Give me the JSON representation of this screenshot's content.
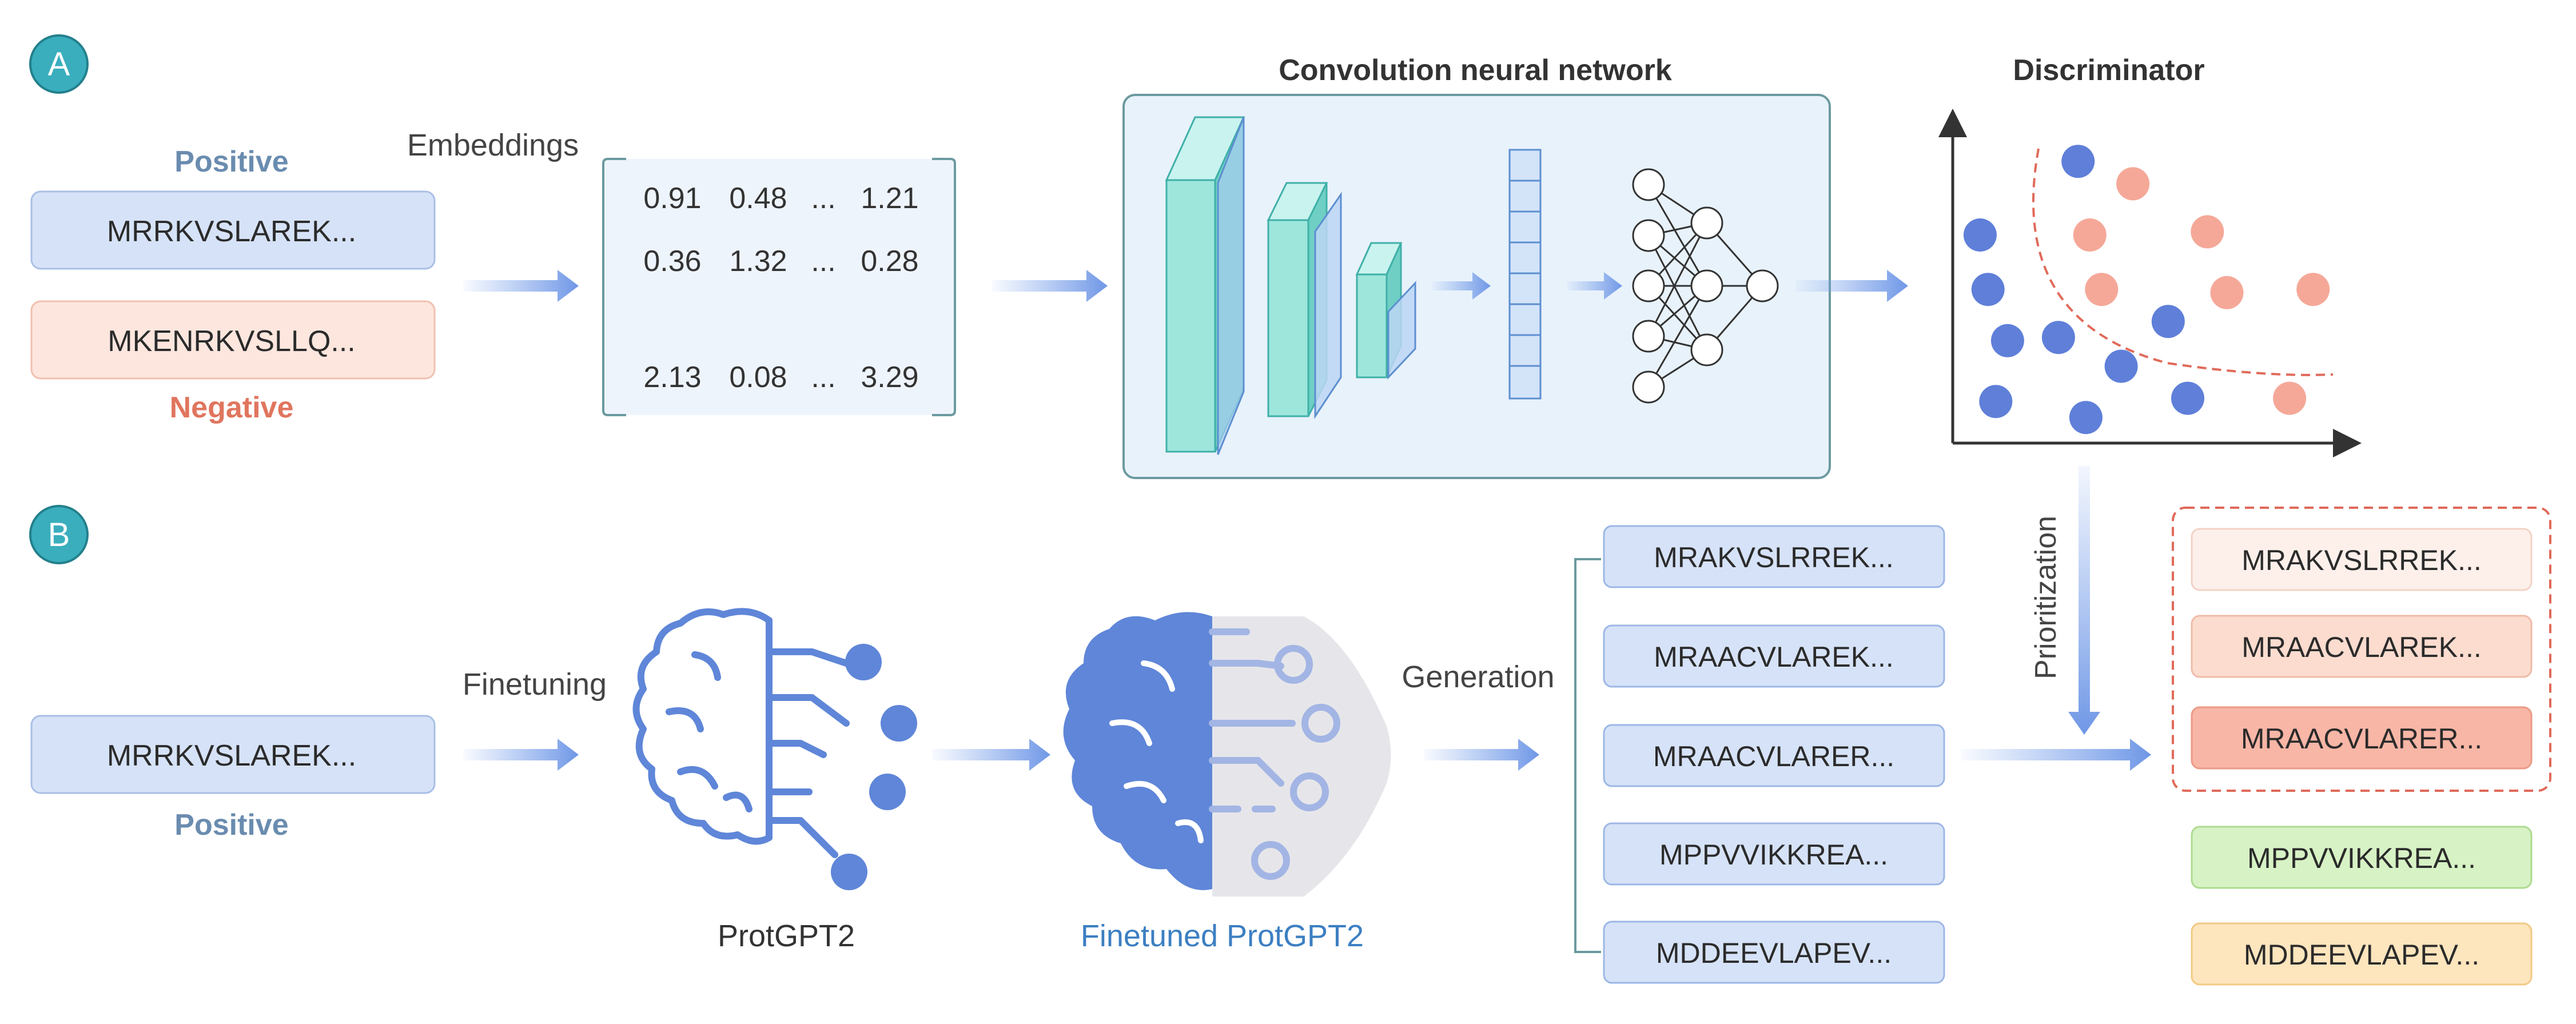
{
  "panelA": {
    "badge": "A",
    "positive_label": "Positive",
    "positive_seq": "MRRKVSLAREK...",
    "negative_seq": "MKENRKVSLLQ...",
    "negative_label": "Negative",
    "embeddings_label": "Embeddings",
    "matrix": [
      [
        "0.91",
        "0.48",
        "...",
        "1.21"
      ],
      [
        "0.36",
        "1.32",
        "...",
        "0.28"
      ],
      [
        "2.13",
        "0.08",
        "...",
        "3.29"
      ]
    ],
    "cnn_title": "Convolution neural network",
    "discriminator_title": "Discriminator",
    "discriminator_points": {
      "positive": [
        [
          0.32,
          0.88
        ],
        [
          0.07,
          0.65
        ],
        [
          0.09,
          0.48
        ],
        [
          0.14,
          0.32
        ],
        [
          0.27,
          0.33
        ],
        [
          0.43,
          0.24
        ],
        [
          0.55,
          0.38
        ],
        [
          0.11,
          0.13
        ],
        [
          0.34,
          0.08
        ],
        [
          0.6,
          0.14
        ]
      ],
      "negative": [
        [
          0.46,
          0.81
        ],
        [
          0.35,
          0.65
        ],
        [
          0.65,
          0.66
        ],
        [
          0.38,
          0.48
        ],
        [
          0.7,
          0.47
        ],
        [
          0.92,
          0.48
        ],
        [
          0.86,
          0.14
        ]
      ]
    },
    "colors": {
      "positive": "#5f7fd9",
      "negative": "#f5a898",
      "positive_text": "#6a8caf",
      "negative_text": "#e0755e"
    }
  },
  "panelB": {
    "badge": "B",
    "input_seq": "MRRKVSLAREK...",
    "positive_label": "Positive",
    "finetuning_label": "Finetuning",
    "protgpt2_label": "ProtGPT2",
    "finetuned_label": "Finetuned",
    "finetuned_model": "ProtGPT2",
    "generation_label": "Generation",
    "generated": [
      "MRAKVSLRREK...",
      "MRAACVLAREK...",
      "MRAACVLARER...",
      "MPPVVIKKREA...",
      "MDDEEVLAPEV..."
    ],
    "prioritization_label": "Prioritization",
    "ranked": [
      "MRAKVSLRREK...",
      "MRAACVLAREK...",
      "MRAACVLARER...",
      "MPPVVIKKREA...",
      "MDDEEVLAPEV..."
    ]
  }
}
